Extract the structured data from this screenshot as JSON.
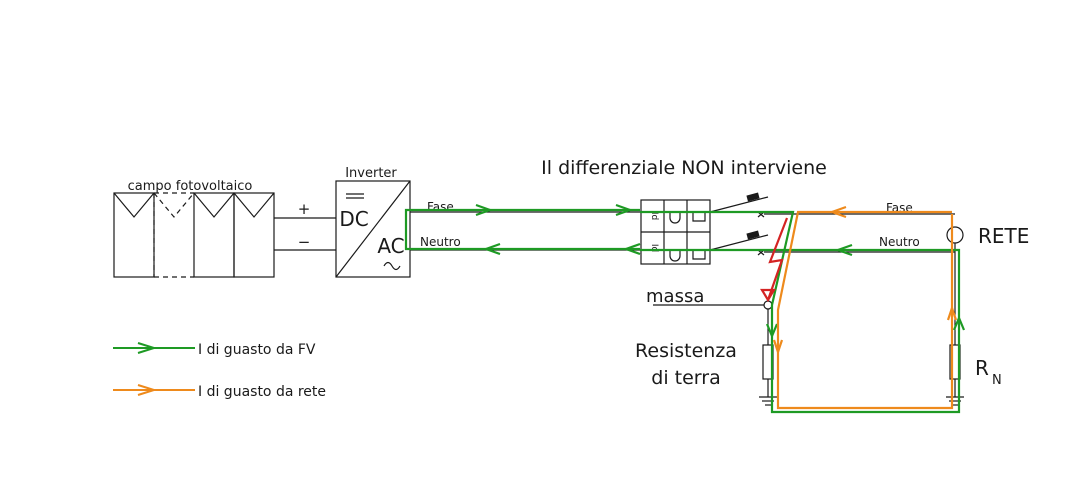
{
  "title": "Il differenziale NON interviene",
  "labels": {
    "pv_field": "campo fotovoltaico",
    "inverter": "Inverter",
    "dc": "DC",
    "ac": "AC",
    "plus": "+",
    "minus": "−",
    "fase_left": "Fase",
    "neutro_left": "Neutro",
    "fase_right": "Fase",
    "neutro_right": "Neutro",
    "rete": "RETE",
    "massa": "massa",
    "earth_resistance_line1": "Resistenza",
    "earth_resistance_line2": "di terra",
    "rn_main": "R",
    "rn_sub": "N",
    "breaker_idn": "Id"
  },
  "legend": [
    {
      "label": "I di guasto da FV",
      "color": "#1e9a24"
    },
    {
      "label": "I di guasto da rete",
      "color": "#ee8a1c"
    }
  ],
  "colors": {
    "fv_fault_current": "#1e9a24",
    "grid_fault_current": "#ee8a1c",
    "fault_arc": "#d42323",
    "wiring": "#1a1a1a"
  }
}
